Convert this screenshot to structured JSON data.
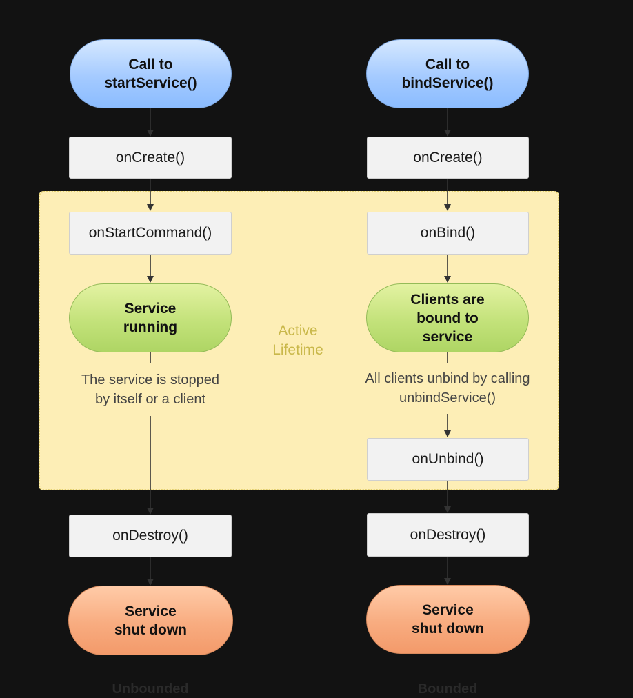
{
  "active_region": {
    "label": "Active\nLifetime"
  },
  "left": {
    "start": "Call to\nstartService()",
    "create": "onCreate()",
    "start_command": "onStartCommand()",
    "running": "Service\nrunning",
    "stop_note": "The service is stopped\nby itself or a client",
    "destroy": "onDestroy()",
    "shutdown": "Service\nshut down",
    "caption": "Unbounded"
  },
  "right": {
    "start": "Call to\nbindService()",
    "create": "onCreate()",
    "bind": "onBind()",
    "bound": "Clients are\nbound to\nservice",
    "unbind_note": "All clients unbind by calling\nunbindService()",
    "unbind": "onUnbind()",
    "destroy": "onDestroy()",
    "shutdown": "Service\nshut down",
    "caption": "Bounded"
  },
  "colors": {
    "background": "#121212",
    "active_region": "#fdeeb6",
    "start_node": "#a4caff",
    "running_node": "#c3e27a",
    "shutdown_node": "#f8ac80",
    "method_box": "#f2f2f2",
    "connector": "#333333"
  }
}
